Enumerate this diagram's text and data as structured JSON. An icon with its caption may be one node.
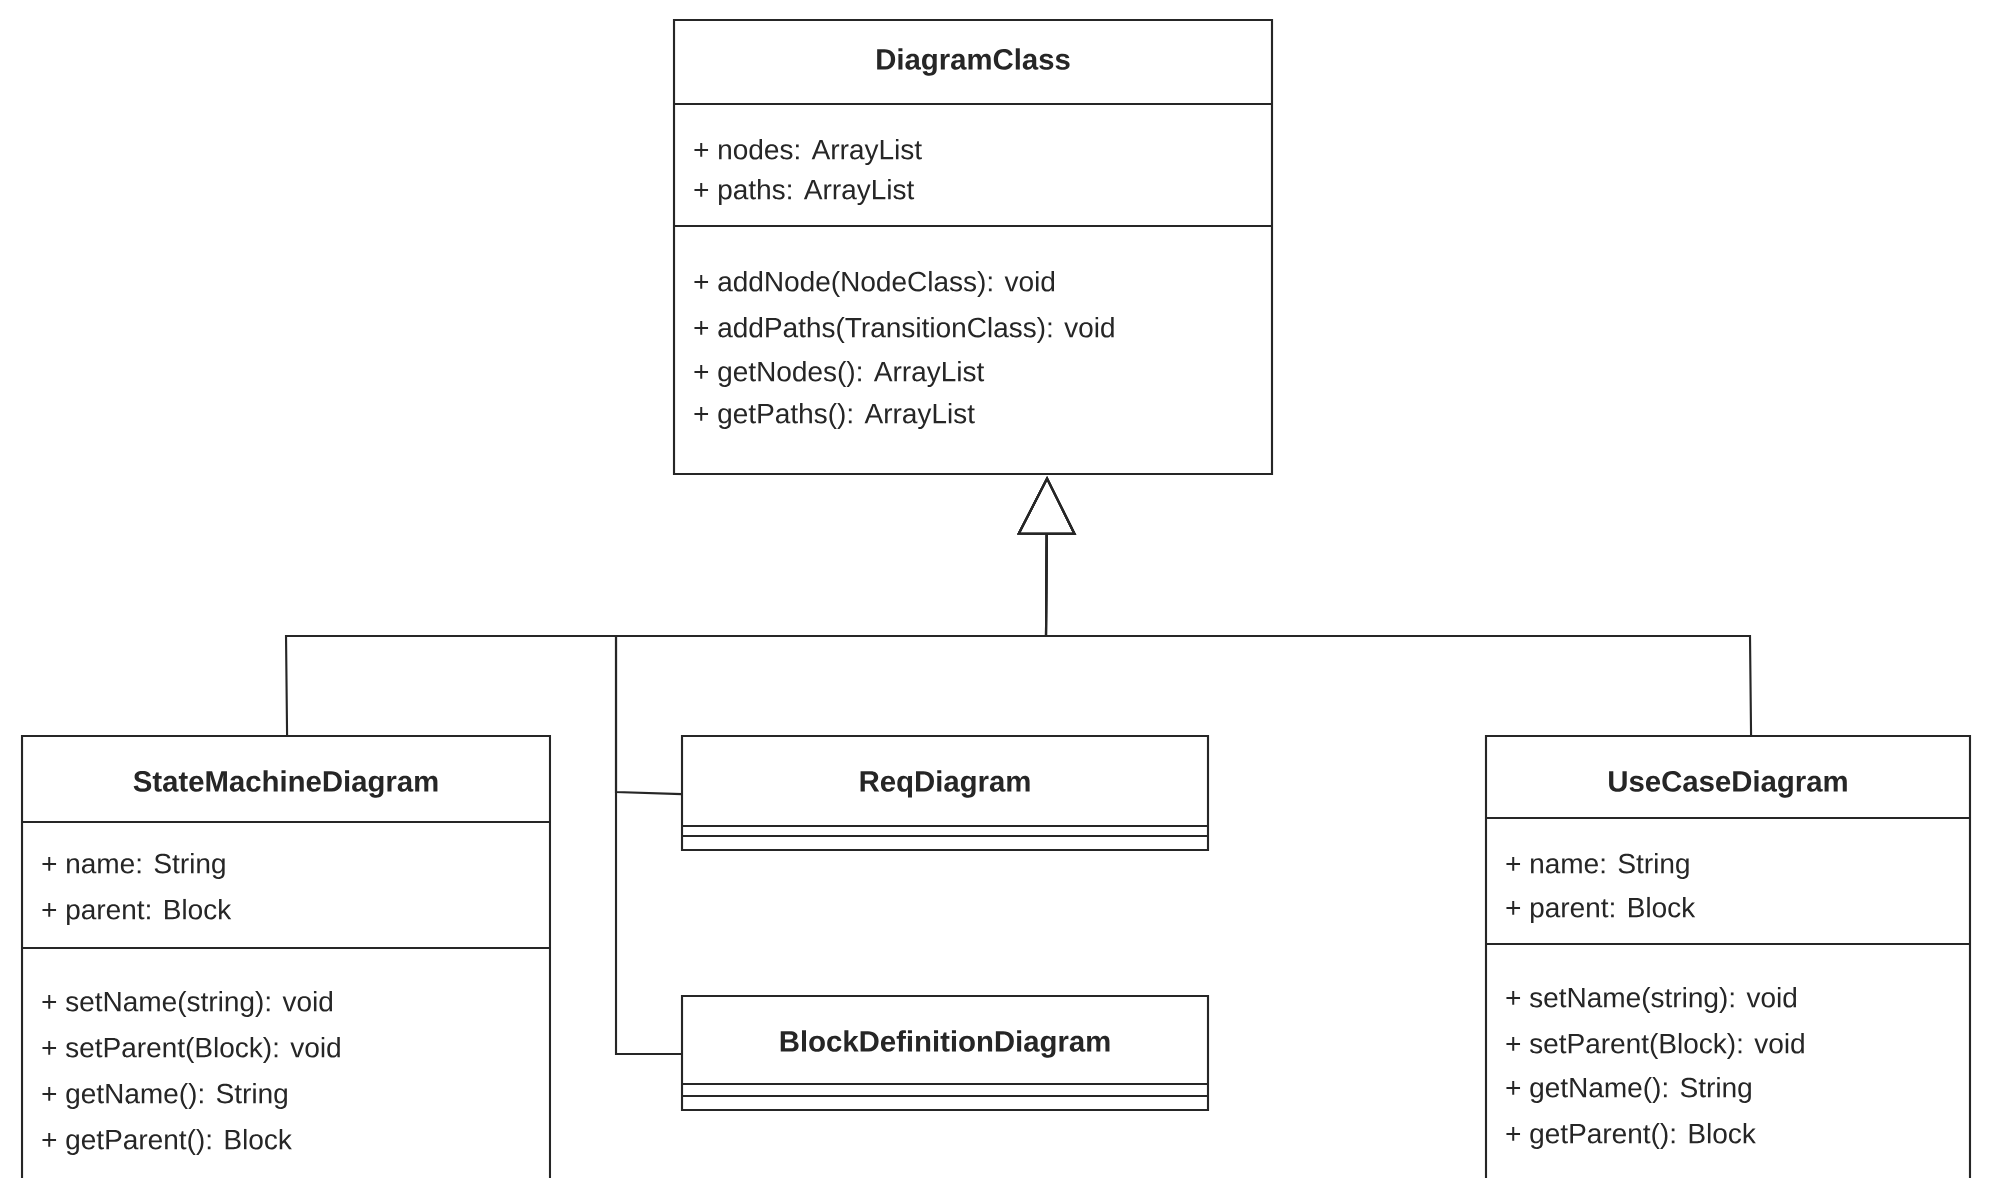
{
  "diagram": {
    "nodes": [
      {
        "text": [
          "DiagramClass",
          "+ nodes: ArrayList",
          "+ paths: ArrayList",
          "+ addNode(NodeClass): void",
          "+ addPaths(TransitionClass): void",
          "+ getNodes(): ArrayList",
          "+ getPaths(): ArrayList"
        ]
      },
      {
        "text": [
          "StateMachineDiagram",
          "+ name: String",
          "+ parent: Block",
          "+ setName(string): void",
          "+ setParent(Block): void",
          "+ getName(): String",
          "+ getParent(): Block"
        ]
      },
      {
        "text": [
          "ReqDiagram"
        ]
      },
      {
        "text": [
          "BlockDefinitionDiagram"
        ]
      },
      {
        "text": [
          "UseCaseDiagram",
          "+ name: String",
          "+ parent: Block",
          "+ setName(string): void",
          "+ setParent(Block): void",
          "+ getName(): String",
          "+ getParent(): Block"
        ]
      }
    ],
    "edges": [
      {
        "from": 1,
        "to": 0,
        "arrow": "to"
      },
      {
        "from": 2,
        "to": 0,
        "arrow": "to"
      },
      {
        "from": 3,
        "to": 0,
        "arrow": "to"
      },
      {
        "from": 4,
        "to": 0,
        "arrow": "to"
      }
    ]
  }
}
